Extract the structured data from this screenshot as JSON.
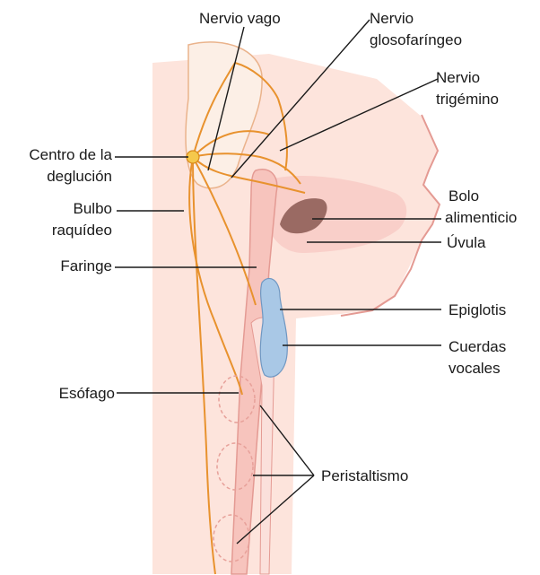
{
  "diagram": {
    "labels": {
      "nervio_vago": "Nervio vago",
      "nervio_glosofaringeo_1": "Nervio",
      "nervio_glosofaringeo_2": "glosofaríngeo",
      "nervio_trigemino_1": "Nervio",
      "nervio_trigemino_2": "trigémino",
      "centro_deglucion_1": "Centro de la",
      "centro_deglucion_2": "deglución",
      "bulbo_raquideo_1": "Bulbo",
      "bulbo_raquideo_2": "raquídeo",
      "faringe": "Faringe",
      "bolo_alimenticio_1": "Bolo",
      "bolo_alimenticio_2": "alimenticio",
      "uvula": "Úvula",
      "epiglotis": "Epiglotis",
      "cuerdas_vocales_1": "Cuerdas",
      "cuerdas_vocales_2": "vocales",
      "esofago": "Esófago",
      "peristaltismo": "Peristaltismo"
    },
    "colors": {
      "skin": "#fde4dc",
      "skin_outline": "#e49a93",
      "brain": "#fcefe6",
      "nerve": "#e8922e",
      "esophagus": "#f7c4bd",
      "bolus": "#9a6a63",
      "epiglottis": "#a9c8e6",
      "leader": "#1a1a1a",
      "peristalsis": "#e7a19a"
    }
  }
}
